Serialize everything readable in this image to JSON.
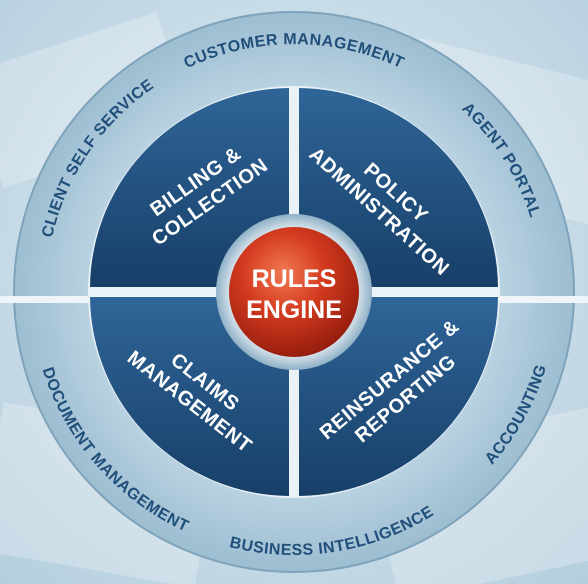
{
  "center": {
    "line1": "RULES",
    "line2": "ENGINE"
  },
  "quadrants": {
    "billing": {
      "line1": "BILLING &",
      "line2": "COLLECTION"
    },
    "policy": {
      "line1": "POLICY",
      "line2": "ADMINISTRATION"
    },
    "claims": {
      "line1": "CLAIMS",
      "line2": "MANAGEMENT"
    },
    "reinsurance": {
      "line1": "REINSURANCE &",
      "line2": "REPORTING"
    }
  },
  "outer_ring": {
    "client_self_service": "CLIENT SELF SERVICE",
    "customer_management": "CUSTOMER MANAGEMENT",
    "agent_portal": "AGENT PORTAL",
    "document_management": "DOCUMENT MANAGEMENT",
    "business_intelligence": "BUSINESS INTELLIGENCE",
    "accounting": "ACCOUNTING"
  },
  "colors": {
    "quadrant_fill": "#24578a",
    "quadrant_fill_dark": "#163f68",
    "ring_fill": "#a9c7d9",
    "ring_text": "#1f4f7a",
    "core_red": "#c8321b",
    "divider": "#e9f2f7"
  }
}
